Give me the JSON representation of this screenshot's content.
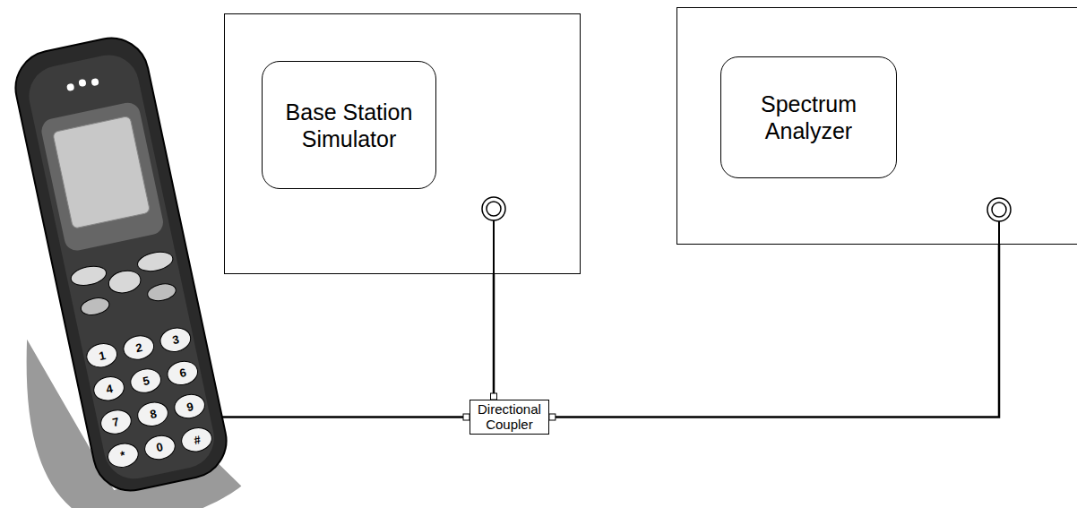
{
  "diagram": {
    "nodes": [
      {
        "text": [
          "Base Station Simulator"
        ]
      },
      {
        "text": [
          "Spectrum Analyzer"
        ]
      },
      {
        "text": [
          "Directional Coupler"
        ]
      }
    ],
    "edges": [
      {
        "from": 2,
        "to": 0,
        "arrow": "none"
      },
      {
        "from": 2,
        "to": 1,
        "arrow": "none"
      }
    ],
    "labels": [
      "1",
      "2",
      "3",
      "4",
      "5",
      "6",
      "7",
      "8",
      "9",
      "*",
      "0",
      "#"
    ]
  }
}
